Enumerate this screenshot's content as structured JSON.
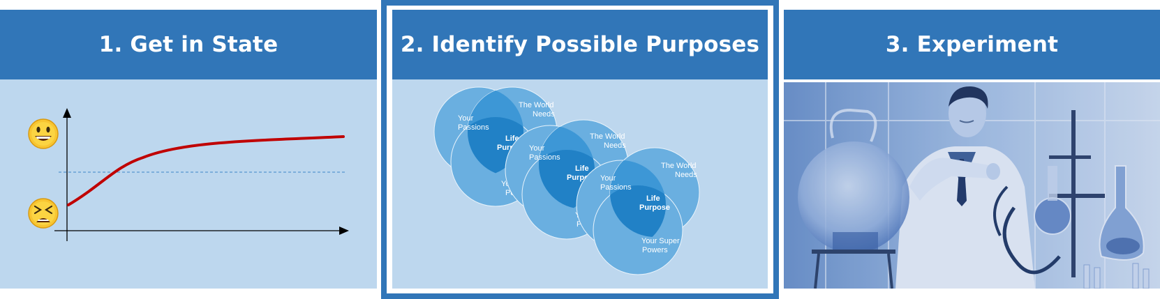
{
  "panels": [
    {
      "title": "1. Get in State"
    },
    {
      "title": "2. Identify Possible Purposes"
    },
    {
      "title": "3. Experiment"
    }
  ],
  "venn": {
    "passions_line1": "Your",
    "passions_line2": "Passions",
    "needs_line1": "The World",
    "needs_line2": "Needs",
    "powers_line1": "Your Super",
    "powers_line2": "Powers",
    "center_line1": "Life",
    "center_line2": "Purpose",
    "partial_passion_center_1": "Purpo",
    "partial_powers_1a": "You",
    "partial_powers_1b": "Pow",
    "partial_center_2": "Purpo",
    "partial_powers_2a": "Yo",
    "partial_powers_2b": "Pow"
  },
  "colors": {
    "header": "#3176b8",
    "panel_bg": "#bdd7ee",
    "curve": "#c00000",
    "circle": "#5ba3d9",
    "overlap": "#2b87cc"
  },
  "icons": {
    "happy": "grinning-face-icon",
    "unhappy": "tired-face-icon"
  }
}
